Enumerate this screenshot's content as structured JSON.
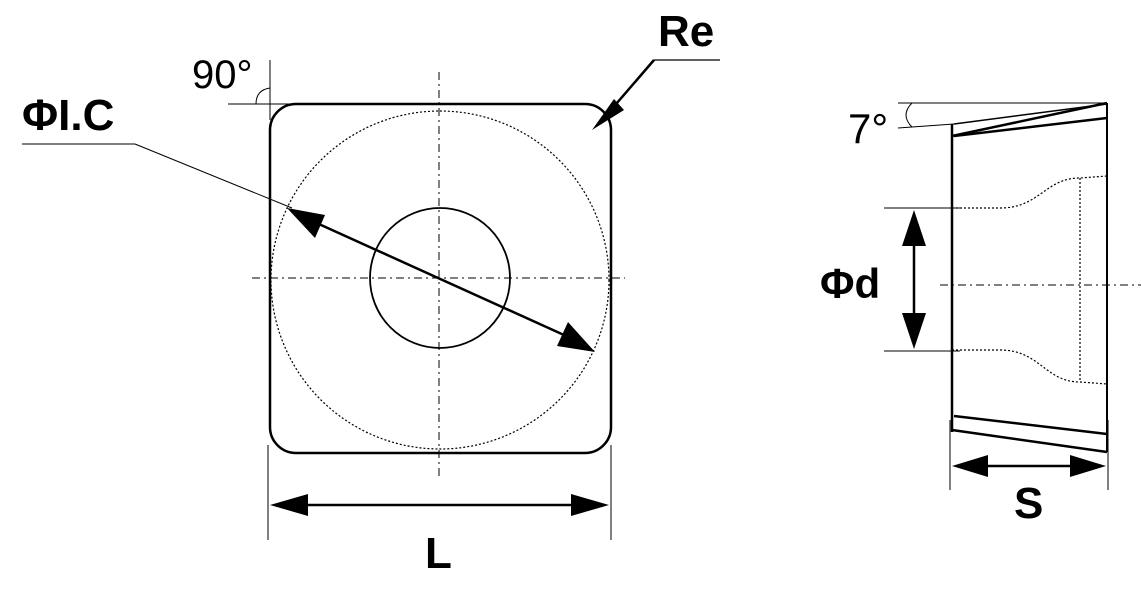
{
  "labels": {
    "corner_radius": "Re",
    "corner_angle": "90°",
    "inscribed_circle": "ΦI.C",
    "clearance_angle": "7°",
    "hole_diameter": "Φd",
    "edge_length": "L",
    "thickness": "S"
  },
  "colors": {
    "line": "#000000",
    "background": "#ffffff"
  }
}
